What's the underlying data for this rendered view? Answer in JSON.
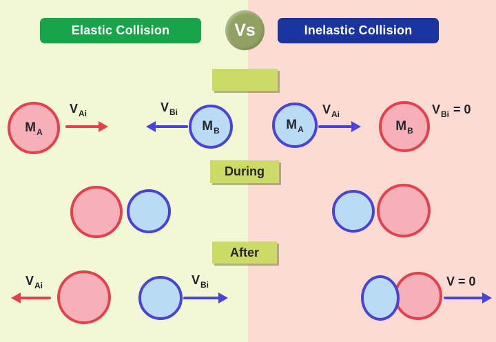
{
  "title": {
    "left_banner": "Elastic Collision",
    "vs": "Vs",
    "right_banner": "Inelastic Collision"
  },
  "stage_labels": {
    "before": "",
    "during": "During",
    "after": "After"
  },
  "colors": {
    "left_bg": "#f2f8d5",
    "right_bg": "#fbdbd2",
    "green_banner": "#18a44b",
    "blue_banner": "#19339f",
    "vs_badge": "#91a161",
    "stage_box": "#cbdb66",
    "red_stroke": "#e5404e",
    "red_fill": "#f6b0b8",
    "blue_stroke": "#4a44d6",
    "blue_fill": "#badbf4"
  },
  "elastic": {
    "before": {
      "mass_a": {
        "main": "M",
        "sub": "A"
      },
      "vai": {
        "main": "V",
        "sub": "Ai"
      },
      "vbi": {
        "main": "V",
        "sub": "Bi"
      },
      "mass_b": {
        "main": "M",
        "sub": "B"
      }
    },
    "after": {
      "vai": {
        "main": "V",
        "sub": "Ai"
      },
      "vbi": {
        "main": "V",
        "sub": "Bi"
      }
    }
  },
  "inelastic": {
    "before": {
      "mass_a": {
        "main": "M",
        "sub": "A"
      },
      "vai": {
        "main": "V",
        "sub": "Ai"
      },
      "mass_b": {
        "main": "M",
        "sub": "B"
      },
      "vbi_zero": {
        "main": "V",
        "sub": "Bi",
        "suffix": "= 0"
      }
    },
    "after": {
      "v_zero": "V = 0"
    }
  }
}
